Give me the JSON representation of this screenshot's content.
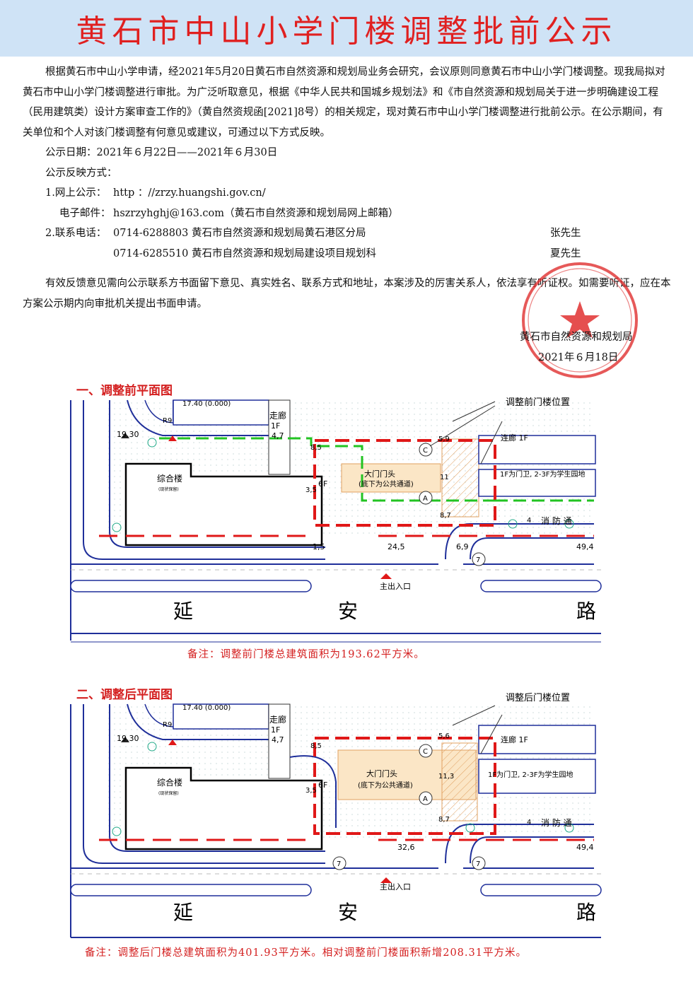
{
  "title": "黄石市中山小学门楼调整批前公示",
  "notice": {
    "intro": "根据黄石市中山小学申请，经2021年5月20日黄石市自然资源和规划局业务会研究，会议原则同意黄石市中山小学门楼调整。现我局拟对黄石市中山小学门楼调整进行审批。为广泛听取意见，根据《中华人民共和国城乡规划法》和《市自然资源和规划局关于进一步明确建设工程（民用建筑类）设计方案审查工作的》（黄自然资规函[2021]8号）的相关规定，现对黄石市中山小学门楼调整进行批前公示。在公示期间，有关单位和个人对该门楼调整有何意见或建议，可通过以下方式反映。",
    "date_line": "公示日期：2021年６月22日——2021年６月30日",
    "feedback_heading": "公示反映方式：",
    "web_label": "1.网上公示：",
    "web_value": "http ：//zrzy.huangshi.gov.cn/",
    "email_label": "电子邮件：",
    "email_value": "hszrzyhghj@163.com（黄石市自然资源和规划局网上邮箱）",
    "phone_label": "2.联系电话：",
    "phone1": "0714-6288803 黄石市自然资源和规划局黄石港区分局",
    "contact1": "张先生",
    "phone2": "0714-6285510 黄石市自然资源和规划局建设项目规划科",
    "contact2": "夏先生",
    "closing": "有效反馈意见需向公示联系方书面留下意见、真实姓名、联系方式和地址，本案涉及的厉害关系人，依法享有听证权。如需要听证，应在本方案公示期内向审批机关提出书面申请。",
    "signature": "黄石市自然资源和规划局",
    "sign_date": "2021年６月18日",
    "seal_text": "黄石市自然资源和规划局"
  },
  "plans": [
    {
      "title": "一、调整前平面图",
      "gate_position_label": "调整前门楼位置",
      "note": "备注：调整前门楼总建筑面积为193.62平方米。",
      "dims": [
        "1,5",
        "24,5",
        "6,9",
        "49,4"
      ]
    },
    {
      "title": "二、调整后平面图",
      "gate_position_label": "调整后门楼位置",
      "note": "备注：调整后门楼总建筑面积为401.93平方米。相对调整前门楼面积新增208.31平方米。",
      "dims": [
        "32,6",
        "49,4"
      ]
    }
  ],
  "plan_labels": {
    "corridor": "走廊",
    "corridor_floor": "1F",
    "corridor_width": "4,7",
    "link_corridor": "连廊 1F",
    "complex_building": "综合楼",
    "complex_note": "(现状保留)",
    "floors_6f": "6F",
    "gate_head": "大门门头",
    "gate_sub": "(底下为公共通道)",
    "floor_use": "1F为门卫, 2-3F为学生园地",
    "fire_lane": "消  防  通",
    "entrance": "主出入口",
    "road": [
      "延",
      "安",
      "路"
    ],
    "elevation": "19.30",
    "r9": "R9",
    "axis_c": "C",
    "axis_a": "A",
    "axis_7": "7",
    "dim_35": "3,5",
    "dim_11": "11",
    "dim_113": "11,3",
    "dim_87": "8,7",
    "dim_85": "8,5",
    "dim_59": "5,9",
    "dim_56": "5,6",
    "dim_4": "4",
    "top_cut": "17.40 (0.000)"
  },
  "colors": {
    "title_red": "#e02020",
    "banner_bg": "#cfe3f6",
    "line_blue": "#1f2f9a",
    "dash_red": "#e01818",
    "dash_green": "#22c322",
    "gate_fill": "#fbe6c6"
  }
}
